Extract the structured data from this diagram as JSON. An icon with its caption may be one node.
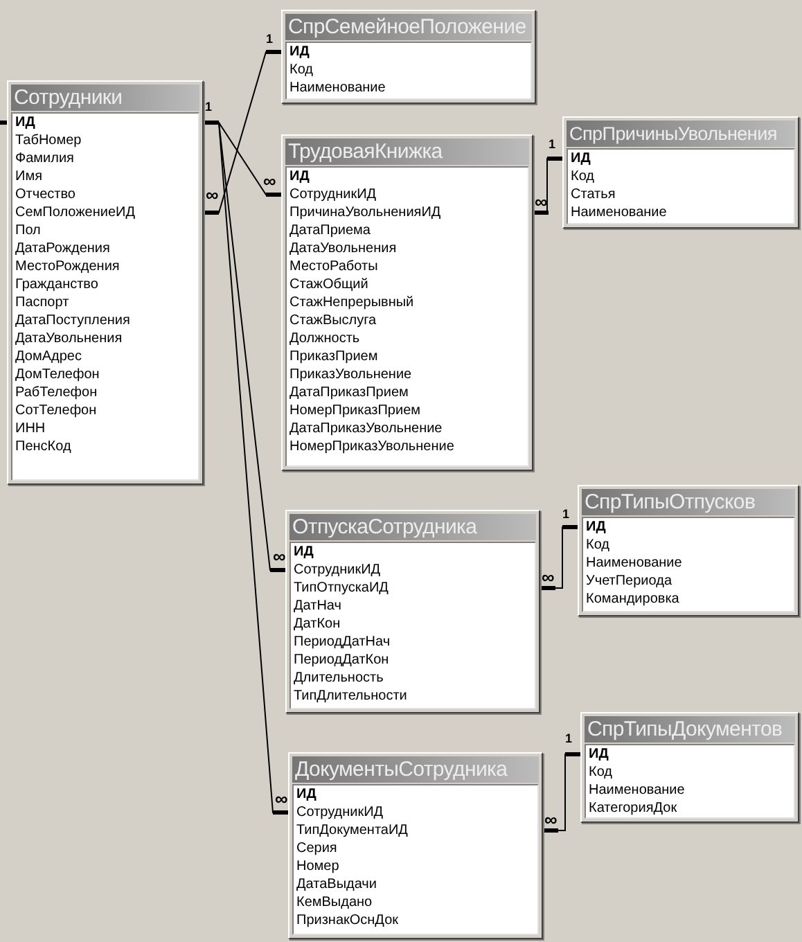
{
  "diagram": {
    "nodes": [
      {
        "text": [
          "Сотрудники",
          "ИД",
          "ТабНомер",
          "Фамилия",
          "Имя",
          "Отчество",
          "СемПоложениеИД",
          "Пол",
          "ДатаРождения",
          "МестоРождения",
          "Гражданство",
          "Паспорт",
          "ДатаПоступления",
          "ДатаУвольнения",
          "ДомАдрес",
          "ДомТелефон",
          "РабТелефон",
          "СотТелефон",
          "ИНН",
          "ПенсКод"
        ]
      },
      {
        "text": [
          "СпрСемейноеПоложение",
          "ИД",
          "Код",
          "Наименование"
        ]
      },
      {
        "text": [
          "ТрудоваяКнижка",
          "ИД",
          "СотрудникИД",
          "ПричинаУвольненияИД",
          "ДатаПриема",
          "ДатаУвольнения",
          "МестоРаботы",
          "СтажОбщий",
          "СтажНепрерывный",
          "СтажВыслуга",
          "Должность",
          "ПриказПрием",
          "ПриказУвольнение",
          "ДатаПриказПрием",
          "НомерПриказПрием",
          "ДатаПриказУвольнение",
          "НомерПриказУвольнение"
        ]
      },
      {
        "text": [
          "СпрПричиныУвольнения",
          "ИД",
          "Код",
          "Статья",
          "Наименование"
        ]
      },
      {
        "text": [
          "ОтпускаСотрудника",
          "ИД",
          "СотрудникИД",
          "ТипОтпускаИД",
          "ДатНач",
          "ДатКон",
          "ПериодДатНач",
          "ПериодДатКон",
          "Длительность",
          "ТипДлительности"
        ]
      },
      {
        "text": [
          "СпрТипыОтпусков",
          "ИД",
          "Код",
          "Наименование",
          "УчетПериода",
          "Командировка"
        ]
      },
      {
        "text": [
          "ДокументыСотрудника",
          "ИД",
          "СотрудникИД",
          "ТипДокументаИД",
          "Серия",
          "Номер",
          "ДатаВыдачи",
          "КемВыдано",
          "ПризнакОснДок"
        ]
      },
      {
        "text": [
          "СпрТипыДокументов",
          "ИД",
          "Код",
          "Наименование",
          "КатегорияДок"
        ]
      }
    ],
    "edges": [
      {
        "from": 1,
        "to": 0,
        "arrow": "other"
      },
      {
        "from": 0,
        "to": 2,
        "arrow": "other"
      },
      {
        "from": 0,
        "to": 4,
        "arrow": "other"
      },
      {
        "from": 0,
        "to": 6,
        "arrow": "other"
      },
      {
        "from": 3,
        "to": 2,
        "arrow": "other"
      },
      {
        "from": 5,
        "to": 4,
        "arrow": "other"
      },
      {
        "from": 7,
        "to": 6,
        "arrow": "other"
      },
      {
        "from": null,
        "to": 0,
        "arrow": "other"
      }
    ],
    "labels": [
      "1",
      "∞",
      "1",
      "∞",
      "∞",
      "∞",
      "1",
      "∞",
      "1",
      "∞",
      "1",
      "∞"
    ]
  }
}
